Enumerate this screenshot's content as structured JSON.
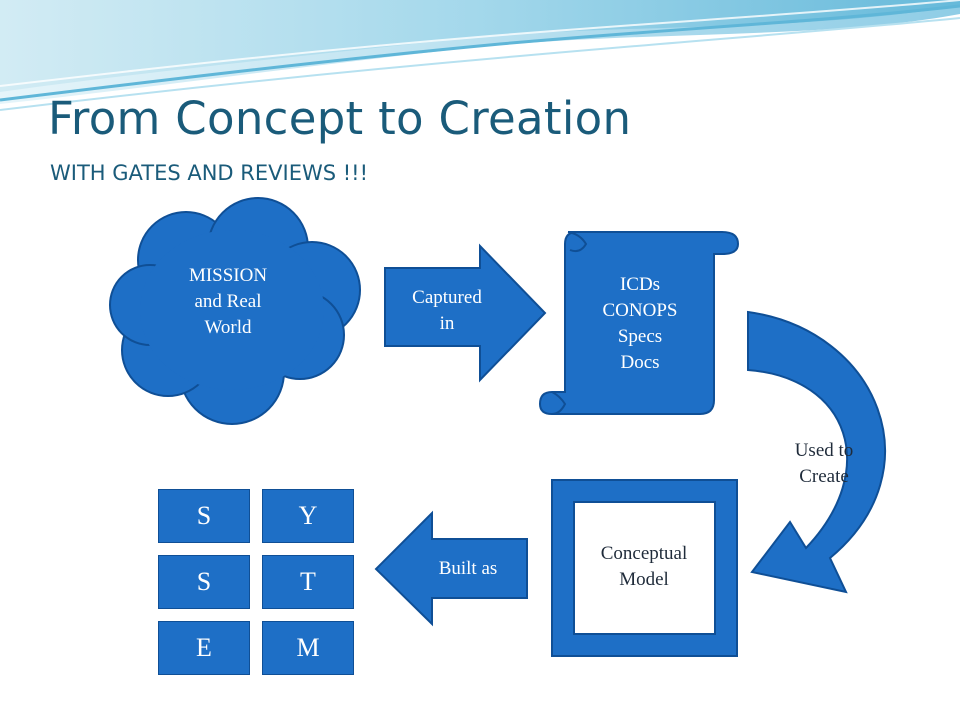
{
  "slide": {
    "title": "From Concept to Creation",
    "subtitle": "WITH GATES AND REVIEWS !!!"
  },
  "nodes": {
    "mission": "MISSION\nand Real\nWorld",
    "captured": "Captured\nin",
    "documents": "ICDs\nCONOPS\nSpecs\nDocs",
    "used_to_create": "Used to\nCreate",
    "conceptual_model": "Conceptual\nModel",
    "built_as": "Built as"
  },
  "system_letters": [
    "S",
    "Y",
    "S",
    "T",
    "E",
    "M"
  ],
  "colors": {
    "shape_fill": "#1e6fc6",
    "shape_stroke": "#0f4f96",
    "title": "#1a5b7a"
  }
}
